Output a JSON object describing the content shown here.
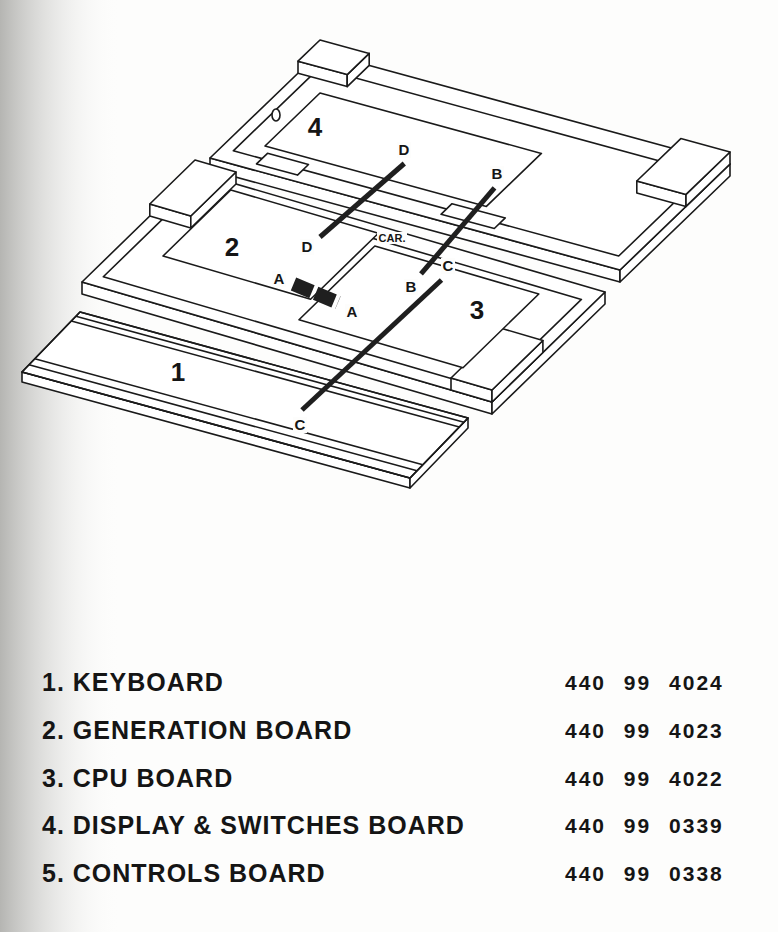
{
  "diagram": {
    "nodes": [
      {
        "text": [
          "4"
        ]
      },
      {
        "text": [
          "2"
        ]
      },
      {
        "text": [
          "3"
        ]
      },
      {
        "text": [
          "1"
        ]
      }
    ],
    "edges": [
      {
        "from": 1,
        "to": 2,
        "arrow": "none",
        "label": "A"
      },
      {
        "from": 2,
        "to": 0,
        "arrow": "none",
        "label": "B"
      },
      {
        "from": 3,
        "to": 2,
        "arrow": "none",
        "label": "C"
      },
      {
        "from": 1,
        "to": 0,
        "arrow": "none",
        "label": "D"
      }
    ],
    "labels": [
      "A",
      "B",
      "C",
      "D",
      "CAR.",
      "1. KEYBOARD",
      "440 99 4024",
      "2. GENERATION BOARD",
      "440 99 4023",
      "3. CPU BOARD",
      "440 99 4022",
      "4. DISPLAY & SWITCHES BOARD",
      "440 99 0339",
      "5. CONTROLS BOARD",
      "440 99 0338"
    ]
  }
}
